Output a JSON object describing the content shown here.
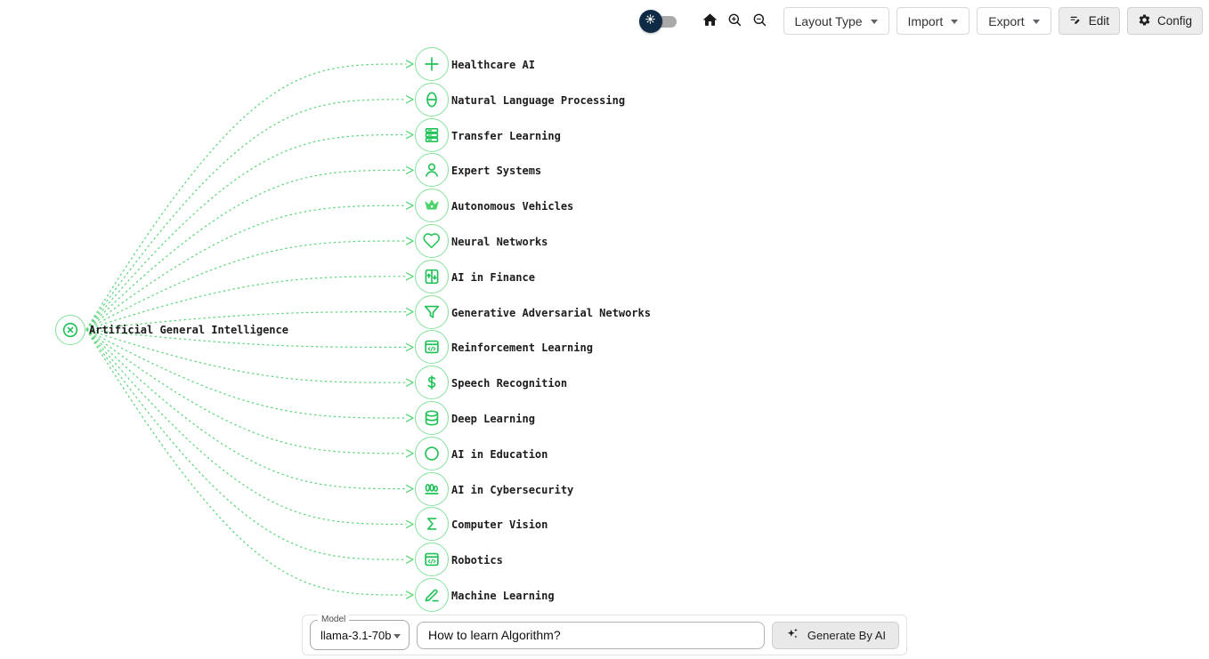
{
  "toolbar": {
    "theme_toggle_state": "light",
    "layout_type_label": "Layout Type",
    "import_label": "Import",
    "export_label": "Export",
    "edit_label": "Edit",
    "config_label": "Config"
  },
  "mindmap": {
    "root": {
      "label": "Artificial General Intelligence",
      "icon": "x-circle-icon"
    },
    "children": [
      {
        "label": "Healthcare AI",
        "icon": "plus-icon"
      },
      {
        "label": "Natural Language Processing",
        "icon": "theta-icon"
      },
      {
        "label": "Transfer Learning",
        "icon": "server-stack-icon"
      },
      {
        "label": "Expert Systems",
        "icon": "user-icon"
      },
      {
        "label": "Autonomous Vehicles",
        "icon": "crown-icon"
      },
      {
        "label": "Neural Networks",
        "icon": "heart-icon"
      },
      {
        "label": "AI in Finance",
        "icon": "elevator-arrows-icon"
      },
      {
        "label": "Generative Adversarial Networks",
        "icon": "funnel-icon"
      },
      {
        "label": "Reinforcement Learning",
        "icon": "code-window-icon"
      },
      {
        "label": "Speech Recognition",
        "icon": "dollar-icon"
      },
      {
        "label": "Deep Learning",
        "icon": "database-icon"
      },
      {
        "label": "AI in Education",
        "icon": "circle-icon"
      },
      {
        "label": "AI in Cybersecurity",
        "icon": "zeros-underline-icon"
      },
      {
        "label": "Computer Vision",
        "icon": "sigma-icon"
      },
      {
        "label": "Robotics",
        "icon": "code-window-icon"
      },
      {
        "label": "Machine Learning",
        "icon": "pencil-line-icon"
      }
    ],
    "colors": {
      "line": "#5bd57a",
      "node_border": "#85e19d",
      "icon": "#1fc256",
      "crown_fill": "#4ed36c",
      "label_text": "#1c1c1c"
    }
  },
  "generator": {
    "model_label": "Model",
    "model_value": "llama-3.1-70b",
    "prompt_value": "How to learn Algorithm?",
    "generate_label": "Generate By AI"
  }
}
